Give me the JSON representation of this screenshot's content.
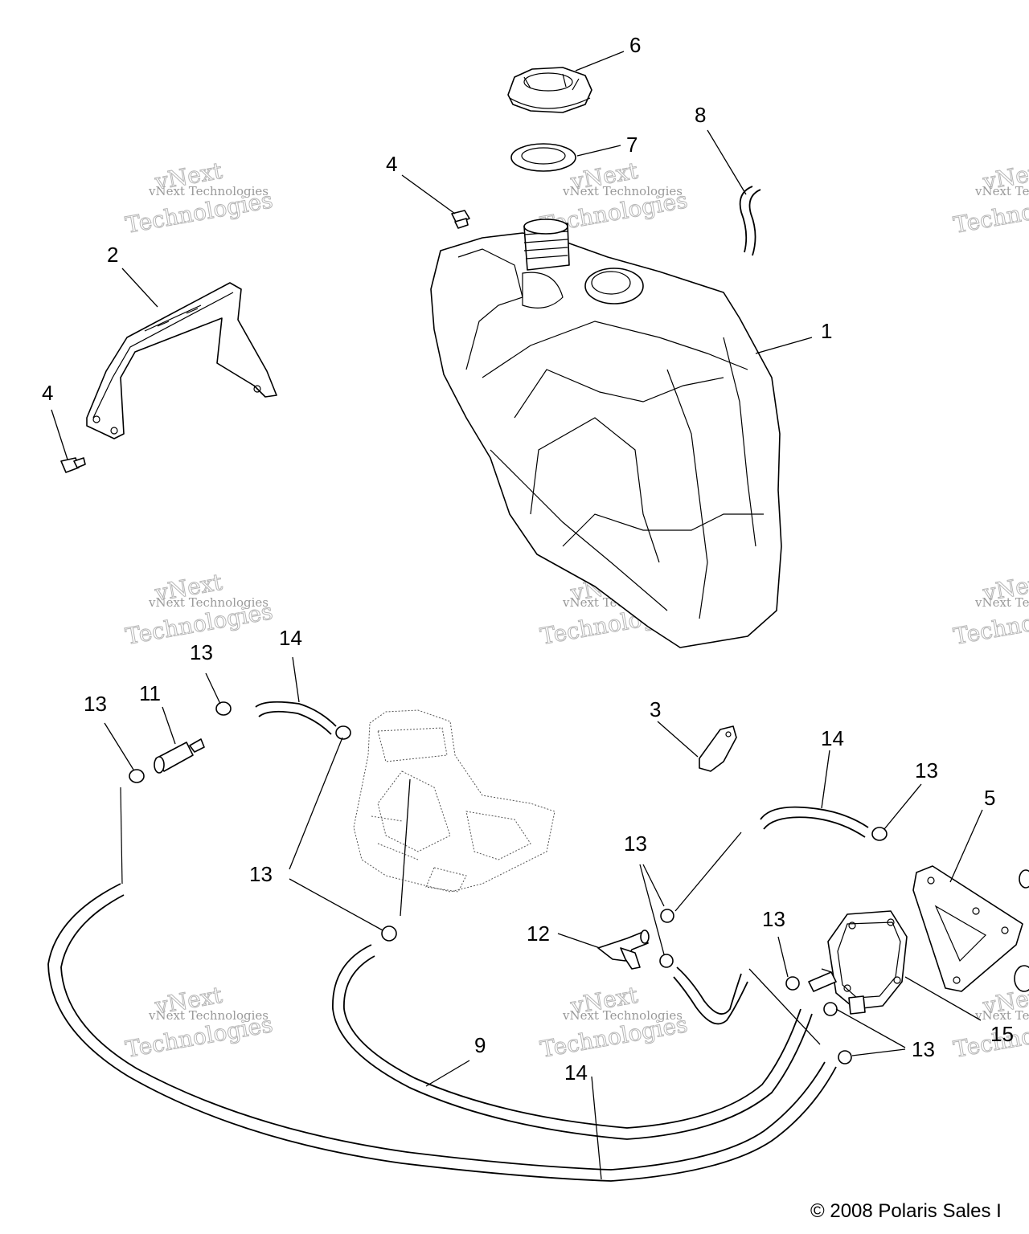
{
  "callouts": [
    {
      "id": "c6",
      "text": "6"
    },
    {
      "id": "c7",
      "text": "7"
    },
    {
      "id": "c8",
      "text": "8"
    },
    {
      "id": "c4a",
      "text": "4"
    },
    {
      "id": "c2",
      "text": "2"
    },
    {
      "id": "c1",
      "text": "1"
    },
    {
      "id": "c4b",
      "text": "4"
    },
    {
      "id": "c14a",
      "text": "14"
    },
    {
      "id": "c13a",
      "text": "13"
    },
    {
      "id": "c11",
      "text": "11"
    },
    {
      "id": "c13b",
      "text": "13"
    },
    {
      "id": "c3",
      "text": "3"
    },
    {
      "id": "c14b",
      "text": "14"
    },
    {
      "id": "c13c",
      "text": "13"
    },
    {
      "id": "c5",
      "text": "5"
    },
    {
      "id": "c13d",
      "text": "13"
    },
    {
      "id": "c13e",
      "text": "13"
    },
    {
      "id": "c12",
      "text": "12"
    },
    {
      "id": "c13f",
      "text": "13"
    },
    {
      "id": "c9",
      "text": "9"
    },
    {
      "id": "c14c",
      "text": "14"
    },
    {
      "id": "c15",
      "text": "15"
    },
    {
      "id": "c13g",
      "text": "13"
    }
  ],
  "watermark": {
    "line1": "vNext Technologies",
    "line2": "vNext",
    "line3": "Technologies"
  },
  "copyright": "© 2008 Polaris Sales I"
}
